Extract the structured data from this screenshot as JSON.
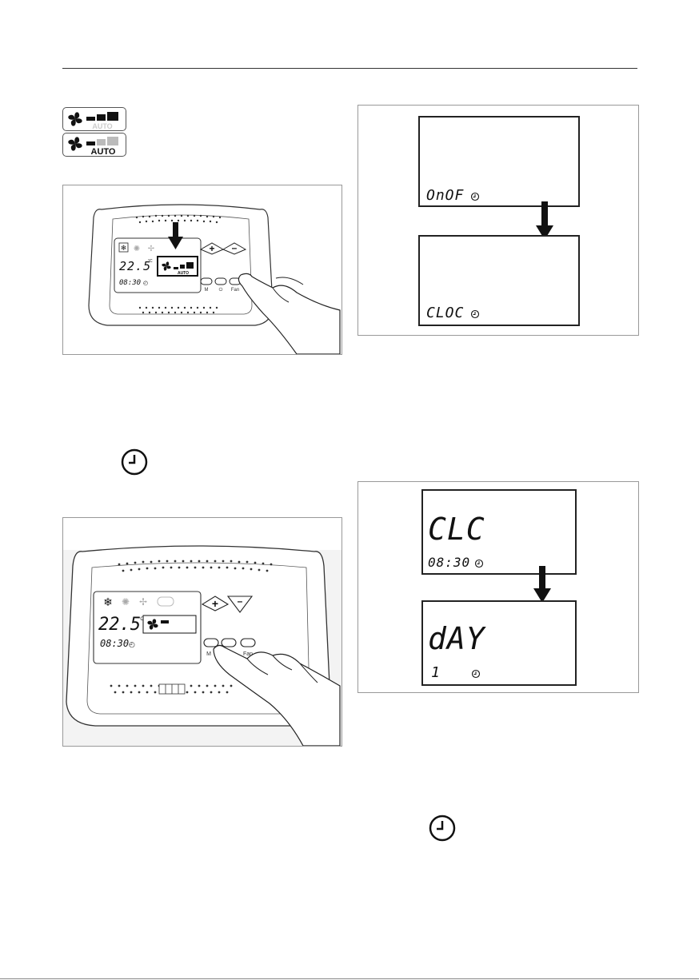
{
  "legend": {
    "icon_fan_speed_label": "AUTO",
    "icon_fan_auto_label": "AUTO"
  },
  "figure_fan": {
    "temperature": "22.5",
    "unit": "°C",
    "time": "08:30",
    "button_m": "M",
    "button_power": "⏻",
    "button_fan": "Fan",
    "fan_auto": "AUTO"
  },
  "figure_mode": {
    "temperature": "22.5",
    "unit": "°C",
    "time": "08:30",
    "button_m": "M",
    "button_fan": "Fan"
  },
  "lcd_sequence_1": {
    "screen_1_text": "OnOF",
    "screen_2_text": "CLOC"
  },
  "lcd_sequence_2": {
    "screen_1_title": "CLC",
    "screen_1_time": "08:30",
    "screen_2_title": "dAY",
    "screen_2_value": "1"
  },
  "colors": {
    "ink": "#111111",
    "panel_border": "#999999",
    "accent": "#222222"
  },
  "icons": [
    "fan-icon",
    "clock-icon",
    "snowflake-icon",
    "hand-icon",
    "arrow-down-icon",
    "plus-icon",
    "minus-icon"
  ]
}
